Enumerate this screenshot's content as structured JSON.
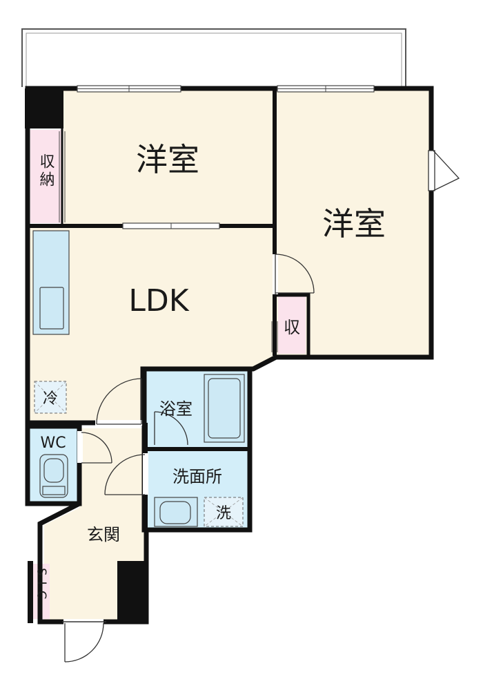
{
  "rooms": {
    "western_room_1": "洋室",
    "western_room_2": "洋室",
    "ldk": "LDK",
    "bath": "浴室",
    "washroom": "洗面所",
    "wc": "WC",
    "entrance": "玄関",
    "storage_main": "収納",
    "storage_small": "収",
    "sic": "SIC",
    "fridge": "冷",
    "washer": "洗"
  },
  "colors": {
    "floor": "#fbf4e2",
    "wet_area": "#d3eef9",
    "storage": "#fbe3ec",
    "wall": "#111111",
    "kitchen": "#cde9f5"
  }
}
